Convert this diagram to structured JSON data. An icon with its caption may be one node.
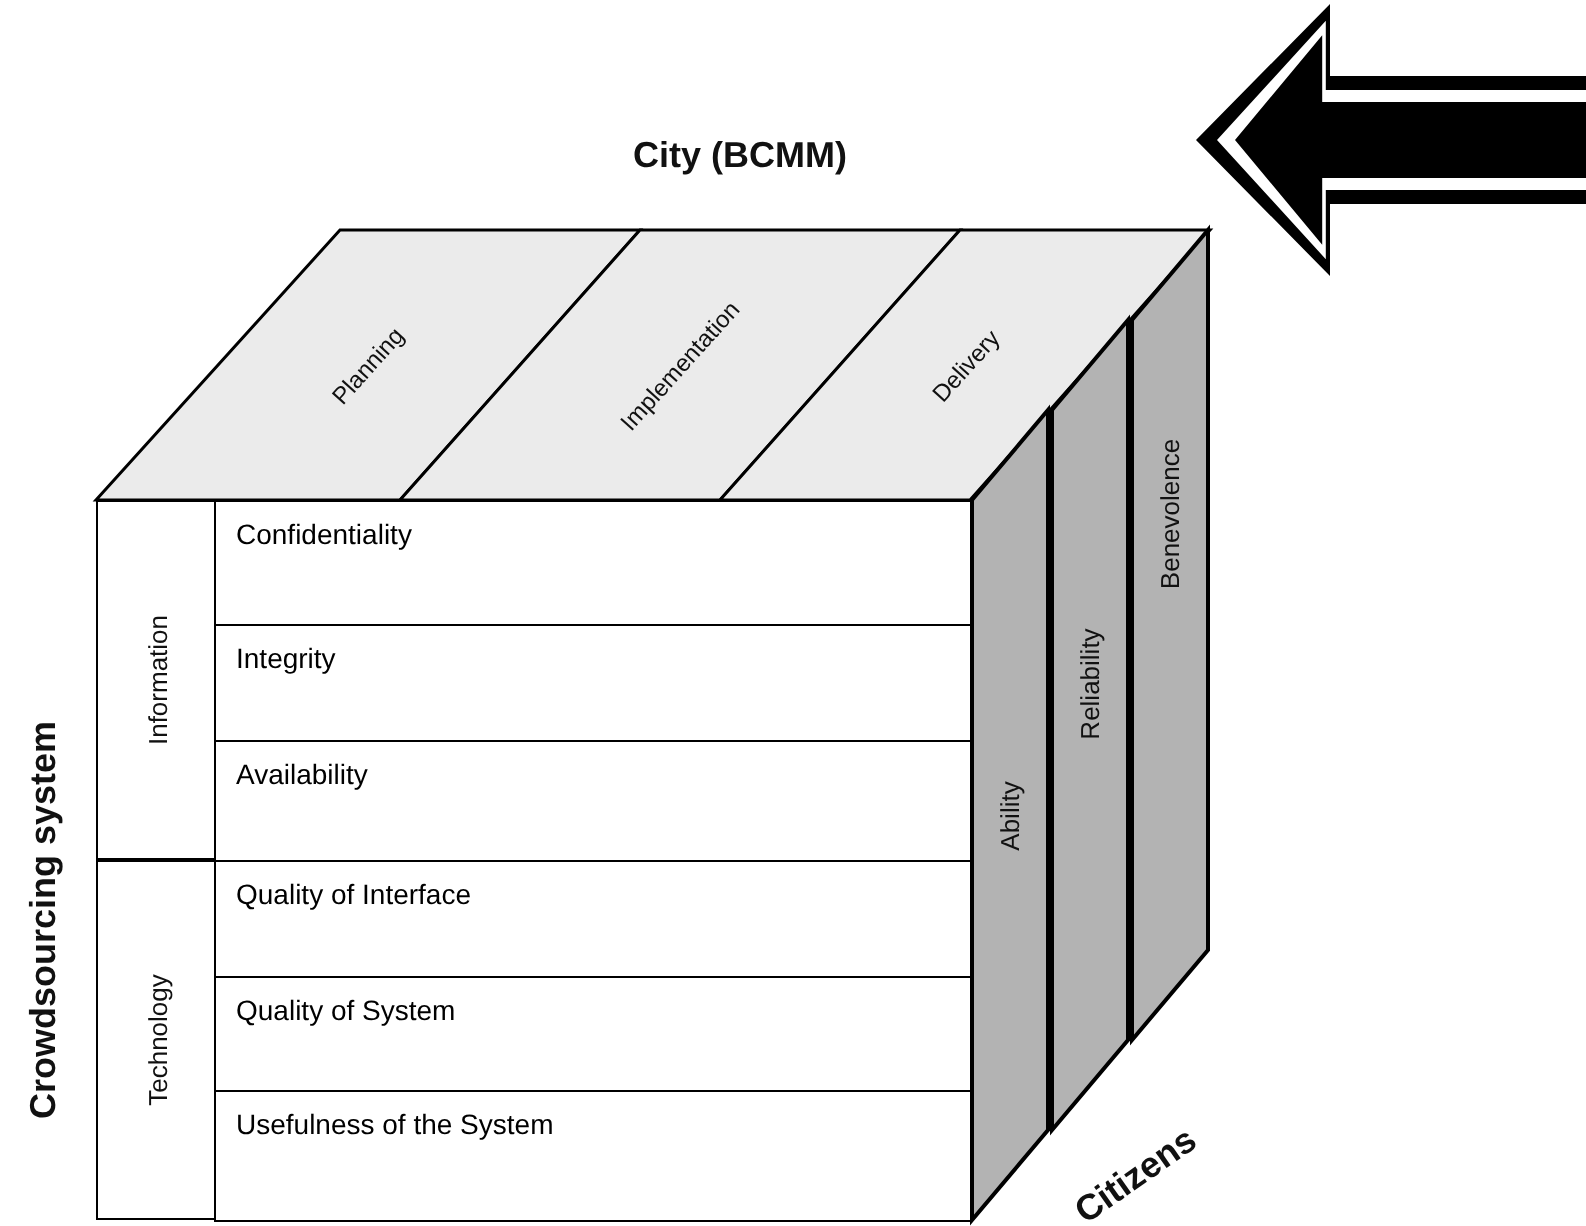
{
  "diagram": {
    "nodes": [
      {
        "text": [
          "Planning"
        ]
      },
      {
        "text": [
          "Implementation"
        ]
      },
      {
        "text": [
          "Delivery"
        ]
      },
      {
        "text": [
          "Information"
        ]
      },
      {
        "text": [
          "Confidentiality"
        ]
      },
      {
        "text": [
          "Integrity"
        ]
      },
      {
        "text": [
          "Availability"
        ]
      },
      {
        "text": [
          "Technology"
        ]
      },
      {
        "text": [
          "Quality of Interface"
        ]
      },
      {
        "text": [
          "Quality of System"
        ]
      },
      {
        "text": [
          "Usefulness of the System"
        ]
      },
      {
        "text": [
          "Ability"
        ]
      },
      {
        "text": [
          "Reliability"
        ]
      },
      {
        "text": [
          "Benevolence"
        ]
      }
    ],
    "labels": [
      "City (BCMM)",
      "Crowdsourcing system",
      "Citizens"
    ]
  }
}
